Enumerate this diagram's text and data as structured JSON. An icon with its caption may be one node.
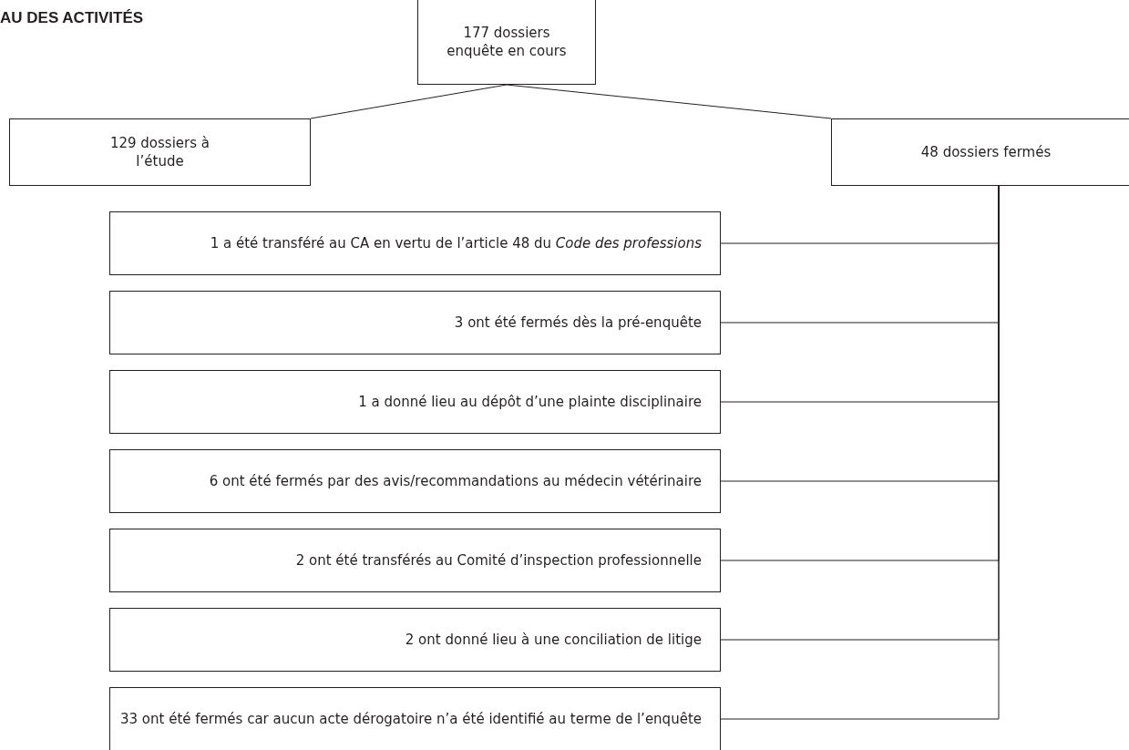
{
  "diagram": {
    "title": "AU DES ACTIVITÉS",
    "nodes": [
      {
        "text": [
          "177 dossiers enquête en cours"
        ]
      },
      {
        "text": [
          "129 dossiers à l’étude"
        ]
      },
      {
        "text": [
          "48 dossiers fermés"
        ]
      },
      {
        "text": [
          "1 a été transféré au CA en vertu de l’article 48 du *Code des professions*"
        ]
      },
      {
        "text": [
          "3 ont été fermés dès la pré-enquête"
        ]
      },
      {
        "text": [
          "1 a donné lieu au dépôt d’une plainte disciplinaire"
        ]
      },
      {
        "text": [
          "6 ont été fermés par des avis/recommandations au médecin vétérinaire"
        ]
      },
      {
        "text": [
          "2 ont été transférés au Comité d’inspection professionnelle"
        ]
      },
      {
        "text": [
          "2 ont donné lieu à une conciliation de litige"
        ]
      },
      {
        "text": [
          "33 ont été fermés car aucun acte dérogatoire n’a été identifié au terme de l’enquête"
        ]
      }
    ],
    "edges": [
      {
        "from": 0,
        "to": 1,
        "arrow": "none"
      },
      {
        "from": 0,
        "to": 2,
        "arrow": "none"
      },
      {
        "from": 2,
        "to": 3,
        "arrow": "none"
      },
      {
        "from": 2,
        "to": 4,
        "arrow": "none"
      },
      {
        "from": 2,
        "to": 5,
        "arrow": "none"
      },
      {
        "from": 2,
        "to": 6,
        "arrow": "none"
      },
      {
        "from": 2,
        "to": 7,
        "arrow": "none"
      },
      {
        "from": 2,
        "to": 8,
        "arrow": "none"
      },
      {
        "from": 2,
        "to": 9,
        "arrow": "none"
      }
    ]
  }
}
